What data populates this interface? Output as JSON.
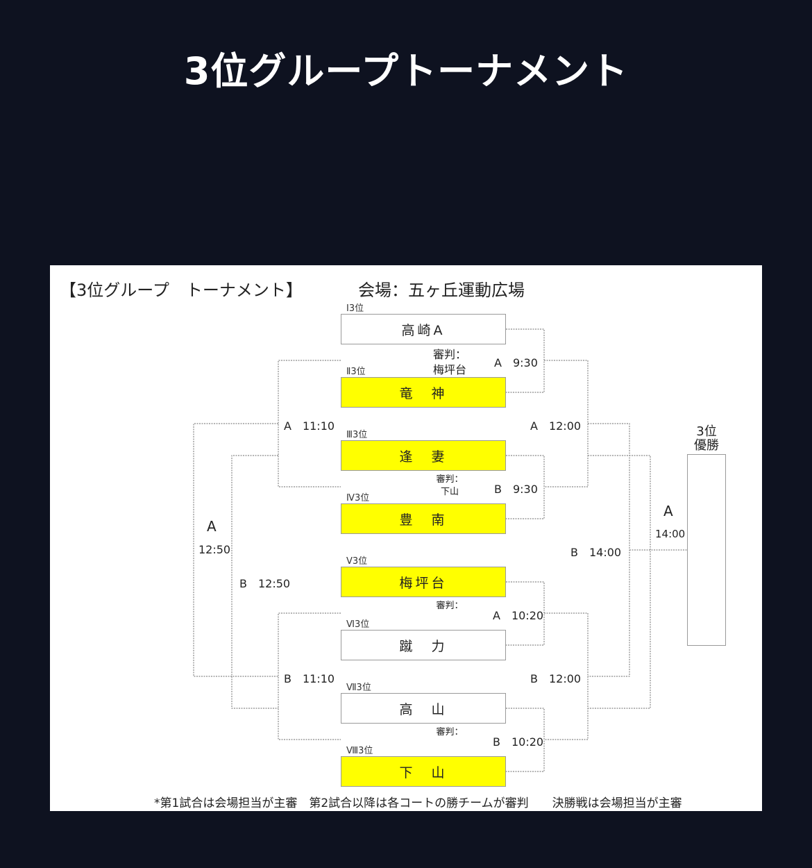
{
  "page": {
    "title": "3位グループトーナメント"
  },
  "sheet": {
    "header_left": "【3位グループ　トーナメント】",
    "header_right": "会場：五ヶ丘運動広場",
    "teams": [
      {
        "seed": "Ⅰ3位",
        "name": "高崎A",
        "highlight": false
      },
      {
        "seed": "Ⅱ3位",
        "name": "竜　神",
        "highlight": true
      },
      {
        "seed": "Ⅲ3位",
        "name": "逢　妻",
        "highlight": true
      },
      {
        "seed": "Ⅳ3位",
        "name": "豊　南",
        "highlight": true
      },
      {
        "seed": "Ⅴ3位",
        "name": "梅坪台",
        "highlight": true
      },
      {
        "seed": "Ⅵ3位",
        "name": "蹴　力",
        "highlight": false
      },
      {
        "seed": "Ⅶ3位",
        "name": "高　山",
        "highlight": false
      },
      {
        "seed": "Ⅷ3位",
        "name": "下　山",
        "highlight": true
      }
    ],
    "referees": [
      {
        "label": "審判：",
        "name": "梅坪台"
      },
      {
        "label": "審判：",
        "name": "下山"
      },
      {
        "label": "審判：",
        "name": ""
      },
      {
        "label": "審判：",
        "name": ""
      }
    ],
    "matches": {
      "r1_top_a": "A　9:30",
      "r1_top_b": "B　9:30",
      "r1_bot_a": "A　10:20",
      "r1_bot_b": "B　10:20",
      "left_a": "A　11:10",
      "left_b": "B　11:10",
      "right_a": "A　12:00",
      "right_b": "B　12:00",
      "outer_a_court": "A",
      "outer_a_time": "12:50",
      "inner_b": "B　12:50",
      "final_b": "B　14:00",
      "final_a_court": "A",
      "final_a_time": "14:00"
    },
    "champion": {
      "line1": "3位",
      "line2": "優勝"
    },
    "footer": "*第1試合は会場担当が主審　第2試合以降は各コートの勝チームが審判　　決勝戦は会場担当が主審"
  },
  "colors": {
    "background": "#0e1220",
    "highlight": "#ffff00",
    "line": "#888888"
  }
}
